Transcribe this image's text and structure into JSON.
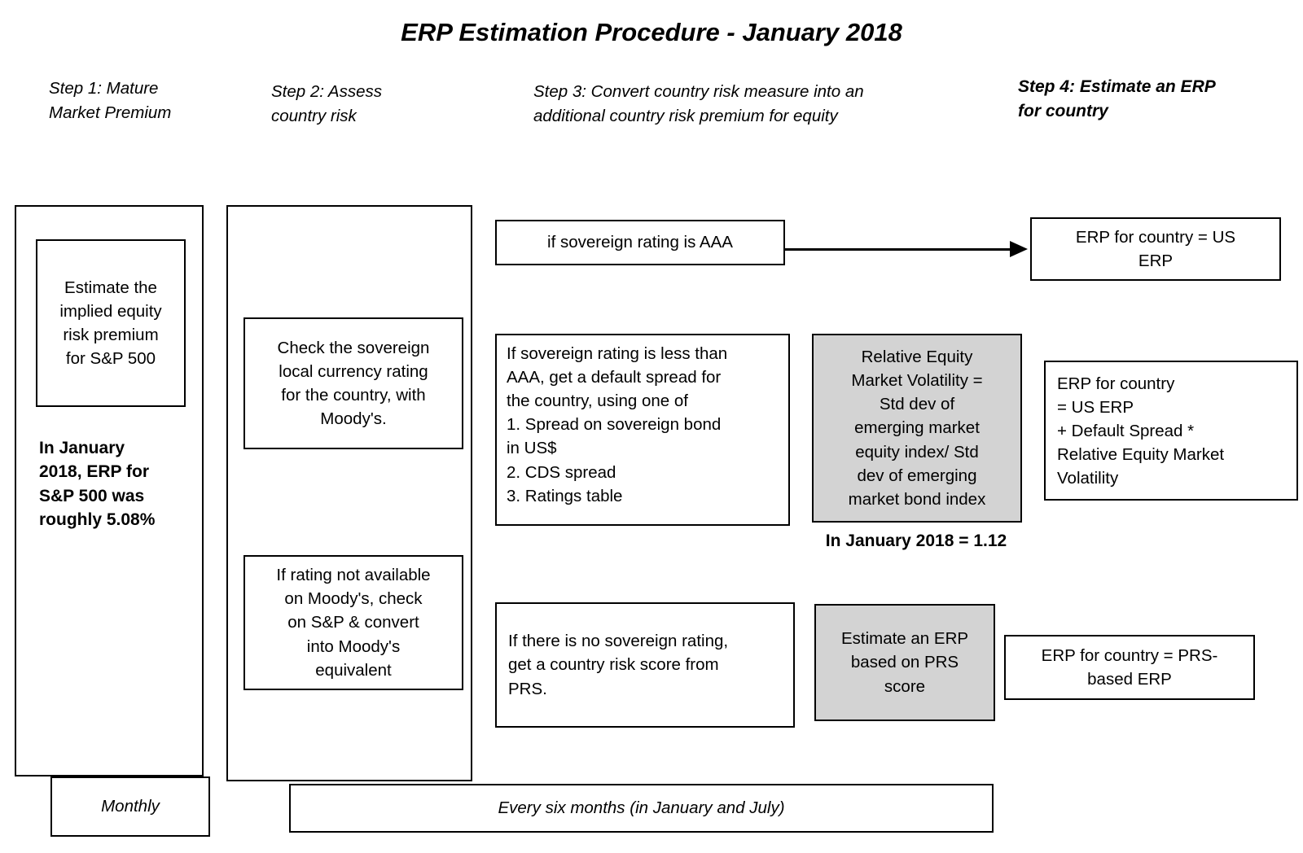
{
  "title": "ERP Estimation Procedure - January 2018",
  "headers": {
    "step1": "Step 1: Mature\nMarket Premium",
    "step2": "Step 2: Assess\ncountry risk",
    "step3": "Step 3: Convert country risk measure into an\nadditional country risk premium for equity",
    "step4": "Step 4: Estimate an ERP\nfor country"
  },
  "step1": {
    "estimate": "Estimate the\nimplied equity\nrisk premium\nfor S&P 500",
    "note": "In January\n2018, ERP for\nS&P 500 was\nroughly 5.08%",
    "frequency": "Monthly"
  },
  "step2": {
    "check": "Check the sovereign\nlocal currency rating\nfor the country, with\nMoody's.",
    "fallback": "If rating not available\non Moody's, check\non S&P & convert\ninto Moody's\nequivalent"
  },
  "step3": {
    "aaa": "if sovereign rating is AAA",
    "less_than_aaa": "If sovereign rating is less than\nAAA, get a default spread for\nthe country, using one of\n1. Spread on sovereign bond\nin US$\n2. CDS spread\n3. Ratings table",
    "relative_volatility": "Relative Equity\nMarket Volatility =\nStd dev of\nemerging market\nequity index/ Std\ndev of emerging\nmarket bond index",
    "volatility_value_note": "In January 2018 = 1.12",
    "no_rating": "If there is no sovereign rating,\nget a country risk score from\nPRS.",
    "prs_estimate": "Estimate an ERP\nbased on PRS\nscore"
  },
  "step4": {
    "us_erp": "ERP for country = US\nERP",
    "formula": "ERP for country\n= US ERP\n+ Default Spread *\nRelative Equity Market\nVolatility",
    "prs_erp": "ERP for country = PRS-\nbased ERP"
  },
  "footer": {
    "six_months": "Every six months (in January and July)"
  },
  "colors": {
    "highlight": "#d3d3d3",
    "line": "#000000",
    "background": "#ffffff"
  }
}
